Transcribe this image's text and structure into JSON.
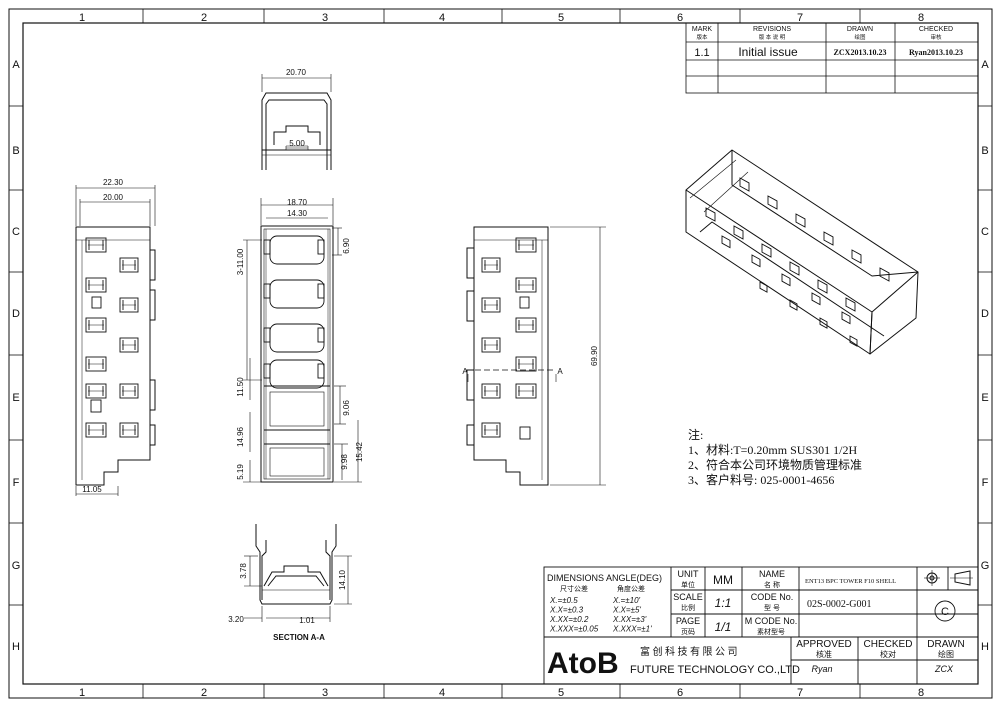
{
  "zones": {
    "cols": [
      "1",
      "2",
      "3",
      "4",
      "5",
      "6",
      "7",
      "8"
    ],
    "rows": [
      "A",
      "B",
      "C",
      "D",
      "E",
      "F",
      "G",
      "H"
    ]
  },
  "revision_block": {
    "headers": {
      "mark": "MARK",
      "mark_cn": "版本",
      "revisions": "REVISIONS",
      "revisions_cn": "版 本 说 明",
      "drawn": "DRAWN",
      "drawn_cn": "绘图",
      "checked": "CHECKED",
      "checked_cn": "审核"
    },
    "row": {
      "mark": "1.1",
      "revision": "Initial issue",
      "drawn": "ZCX2013.10.23",
      "checked": "Ryan2013.10.23"
    }
  },
  "dimensions": {
    "top_view": {
      "width": "20.70",
      "slot": "5.00"
    },
    "left_view": {
      "overall": "22.30",
      "inner": "20.00",
      "tab": "11.05"
    },
    "front_view": {
      "outer": "18.70",
      "inner": "14.30",
      "pitch": "3-11.00",
      "top": "6.90",
      "a": "11.50",
      "b": "14.96",
      "c": "5.19",
      "d": "9.06",
      "e": "9.98",
      "f": "15.42"
    },
    "right_view": {
      "height": "69.90",
      "section_mark": "A"
    },
    "section_view": {
      "h1": "3.78",
      "h2": "14.10",
      "w1": "3.20",
      "w2": "1.01",
      "title": "SECTION A-A"
    }
  },
  "notes": {
    "heading": "注:",
    "items": [
      "1、材料:T=0.20mm SUS301 1/2H",
      "2、符合本公司环境物质管理标准",
      "3、客户料号: 025-0001-4656"
    ]
  },
  "title_block": {
    "tolerance": {
      "dim_label": "DIMENSIONS",
      "dim_cn": "尺寸公差",
      "ang_label": "ANGLE(DEG)",
      "ang_cn": "角度公差",
      "dim": [
        "X.=±0.5",
        "X.X=±0.3",
        "X.XX=±0.2",
        "X.XXX=±0.05"
      ],
      "ang": [
        "X.=±10'",
        "X.X=±5'",
        "X.XX=±3'",
        "X.XXX=±1'"
      ]
    },
    "unit_label": "UNIT",
    "unit_cn": "单位",
    "unit": "MM",
    "scale_label": "SCALE",
    "scale_cn": "比例",
    "scale": "1:1",
    "page_label": "PAGE",
    "page_cn": "页码",
    "page": "1/1",
    "name_label": "NAME",
    "name_cn": "名 称",
    "name": "ENT13 BPC TOWER F10 SHELL",
    "code_label": "CODE No.",
    "code_cn": "型 号",
    "code": "02S-0002-G001",
    "mcode_label": "M CODE No.",
    "mcode_cn": "素材型号",
    "mcode": "",
    "logo": "AtoB",
    "company_cn": "富 创 科 技 有 限 公 司",
    "company_en": "FUTURE TECHNOLOGY CO.,LTD",
    "approved_label": "APPROVED",
    "approved_cn": "核准",
    "approved": "Ryan",
    "checked_label": "CHECKED",
    "checked_cn": "校对",
    "checked": "",
    "drawn_label": "DRAWN",
    "drawn_cn": "绘图",
    "drawn": "ZCX",
    "rev_letter": "C"
  }
}
